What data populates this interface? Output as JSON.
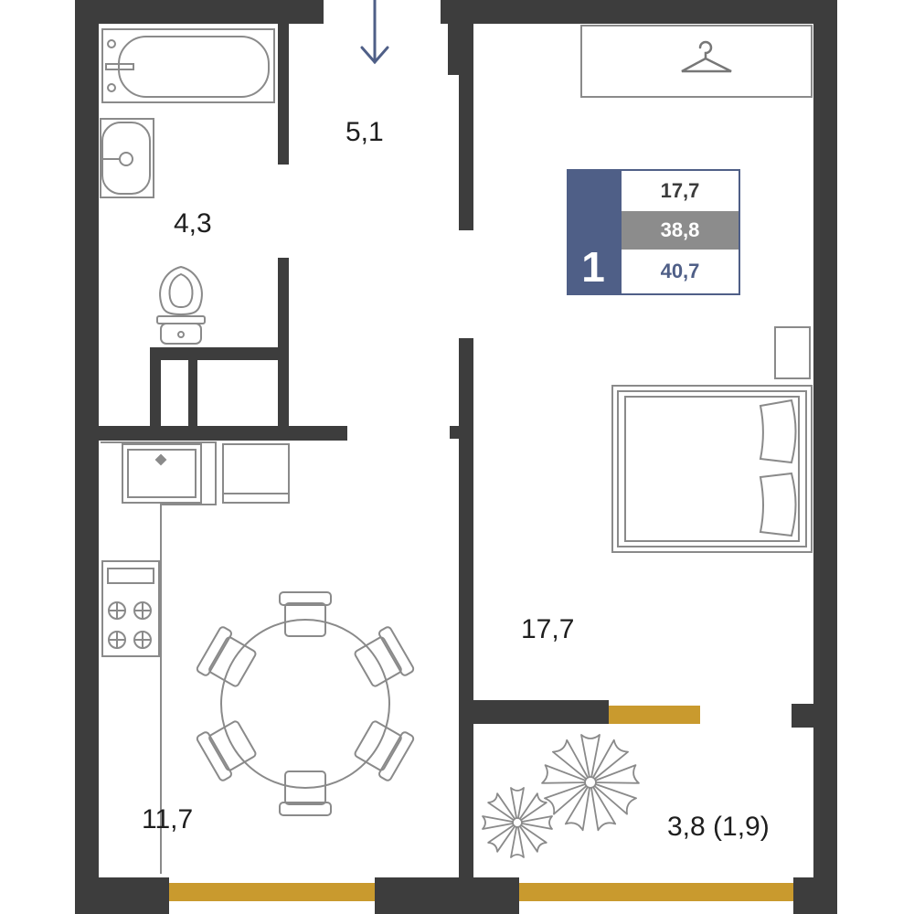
{
  "floorplan": {
    "rooms": [
      {
        "id": "hallway",
        "area": "5,1"
      },
      {
        "id": "bathroom",
        "area": "4,3"
      },
      {
        "id": "kitchen-dining",
        "area": "11,7"
      },
      {
        "id": "bedroom",
        "area": "17,7"
      },
      {
        "id": "balcony",
        "area": "3,8 (1,9)"
      }
    ],
    "badge": {
      "rooms_count": "1",
      "living_area": "17,7",
      "area": "38,8",
      "total_area": "40,7"
    },
    "colors": {
      "wall": "#3d3d3d",
      "window": "#c99a2e",
      "accent": "#4f5f87",
      "furniture": "#8a8a8a",
      "badge_mid": "#8c8c8c"
    },
    "icons": [
      "entrance-arrow-icon",
      "hanger-icon",
      "bathtub-icon",
      "sink-icon",
      "toilet-icon",
      "stove-icon",
      "bed-icon",
      "plant-icon",
      "dining-table-icon"
    ]
  }
}
